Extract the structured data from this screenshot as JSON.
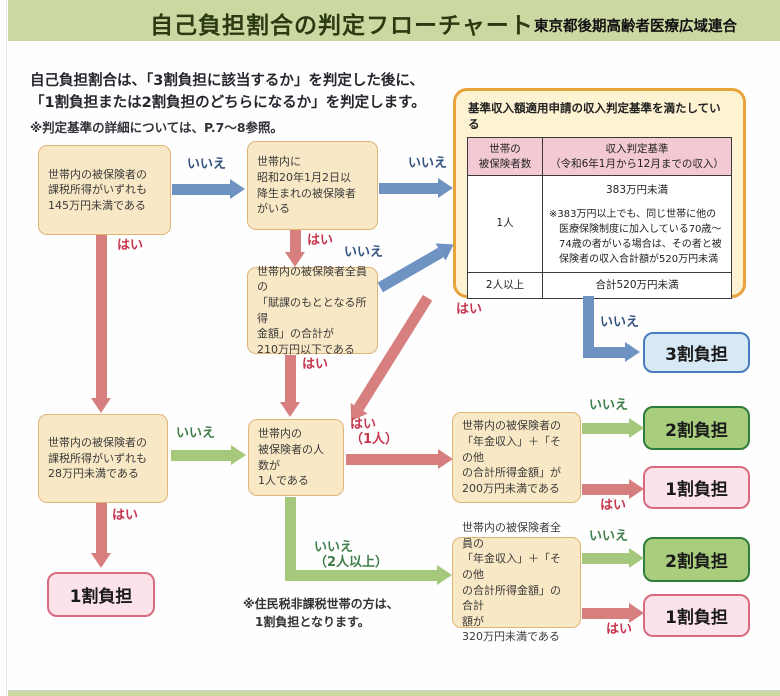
{
  "header": {
    "title": "自己負担割合の判定フローチャート",
    "organization": "東京都後期高齢者医療広域連合"
  },
  "intro": {
    "line1": "自己負担割合は、「3割負担に該当するか」を判定した後に、",
    "line2": "「1割負担または2割負担のどちらになるか」を判定します。",
    "reference_note": "※判定基準の詳細については、P.7～8参照。"
  },
  "criteria_panel": {
    "title": "基準収入額適用申請の収入判定基準を満たしている",
    "col1_header": "世帯の\n被保険者数",
    "col2_header": "収入判定基準\n（令和6年1月から12月までの収入）",
    "row1_household": "1人",
    "row1_criteria_main": "383万円未満",
    "row1_criteria_note": "※383万円以上でも、同じ世帯に他の医療保険制度に加入している70歳～74歳の者がいる場合は、その者と被保険者の収入合計額が520万円未満",
    "row2_household": "2人以上",
    "row2_criteria": "合計520万円未満"
  },
  "nodes": {
    "taxable_income_145": "世帯内の被保険者の\n課税所得がいずれも\n145万円未満である",
    "born_after_1945": "世帯内に\n昭和20年1月2日以\n降生まれの被保険者\nがいる",
    "assessed_income_210": "世帯内の被保険者全員の\n「賦課のもととなる所得\n金額」の合計が\n210万円以下である",
    "single_member": "世帯内の\n被保険者の人数が\n1人である",
    "taxable_income_28": "世帯内の被保険者の\n課税所得がいずれも\n28万円未満である",
    "pension_income_200": "世帯内の被保険者の\n「年金収入」＋「その他\nの合計所得金額」が\n200万円未満である",
    "pension_income_320": "世帯内の被保険者全員の\n「年金収入」＋「その他\nの合計所得金額」の合計\n額が\n320万円未満である"
  },
  "labels": {
    "yes": "はい",
    "no": "いいえ",
    "yes_one_person": "はい\n（1人）",
    "no_two_or_more": "いいえ\n（2人以上）"
  },
  "results": {
    "burden_30": "3割負担",
    "burden_20": "2割負担",
    "burden_10": "1割負担"
  },
  "footnote": "※住民税非課税世帯の方は、\n　1割負担となります。",
  "colors": {
    "header_band": "#ccd8a2",
    "arrow_blue": "#6e92c2",
    "arrow_red": "#d77f7f",
    "arrow_green": "#a6c87c",
    "label_blue": "#33527e",
    "label_red": "#c7354d",
    "label_green": "#3f7d4a",
    "node_fill": "#f9e8c5",
    "node_border": "#dfb576",
    "panel_border": "#e8a33d",
    "panel_fill": "#fdf2d2",
    "table_header_pink": "#f3c9d3",
    "result_blue_fill": "#d8e9f6",
    "result_blue_border": "#4a7cc0",
    "result_green_fill": "#a8ce7d",
    "result_green_border": "#2f7d3b",
    "result_pink_fill": "#fce3ea",
    "result_pink_border": "#d96a80"
  }
}
